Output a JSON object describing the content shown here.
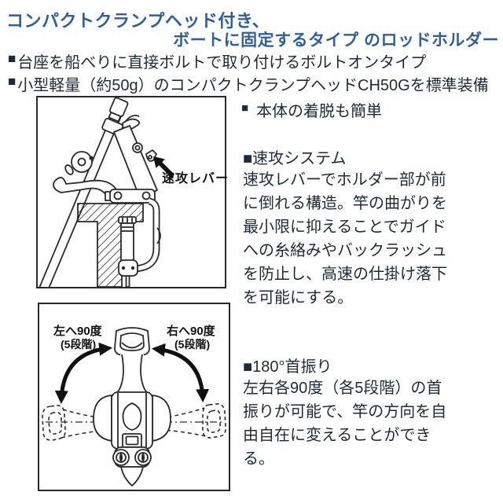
{
  "colors": {
    "heading_blue": "#2e5f9e",
    "body_text": "#1f2a38",
    "line_art": "#2a2a2a"
  },
  "heading": {
    "line1": "コンパクトクランプヘッド付き、",
    "line2": "ボートに固定するタイプ のロッドホルダー"
  },
  "bullets": {
    "marker": "■",
    "item1": "台座を船べりに直接ボルトで取り付けるボルトオンタイプ",
    "item2": "小型軽量（約50g）のコンパクトクランプヘッドCH50Gを標準装備",
    "item3": "本体の着脱も簡単"
  },
  "figure1": {
    "label": "速攻レバー"
  },
  "figure2": {
    "left_label": "左へ90度",
    "left_sub": "(5段階)",
    "right_label": "右へ90度",
    "right_sub": "(5段階)"
  },
  "section1": {
    "title": "■速攻システム",
    "line1": "速攻レバーでホルダー部が前",
    "line2": "に倒れる構造。竿の曲がりを",
    "line3": "最小限に抑えることでガイド",
    "line4": "への糸絡みやバックラッシュ",
    "line5": "を防止し、高速の仕掛け落下",
    "line6": "を可能にする。"
  },
  "section2": {
    "title": "■180°首振り",
    "line1": "左右各90度（各5段階）の首",
    "line2": "振りが可能で、竿の方向を自",
    "line3": "由自在に変えることができ",
    "line4": "る。"
  }
}
